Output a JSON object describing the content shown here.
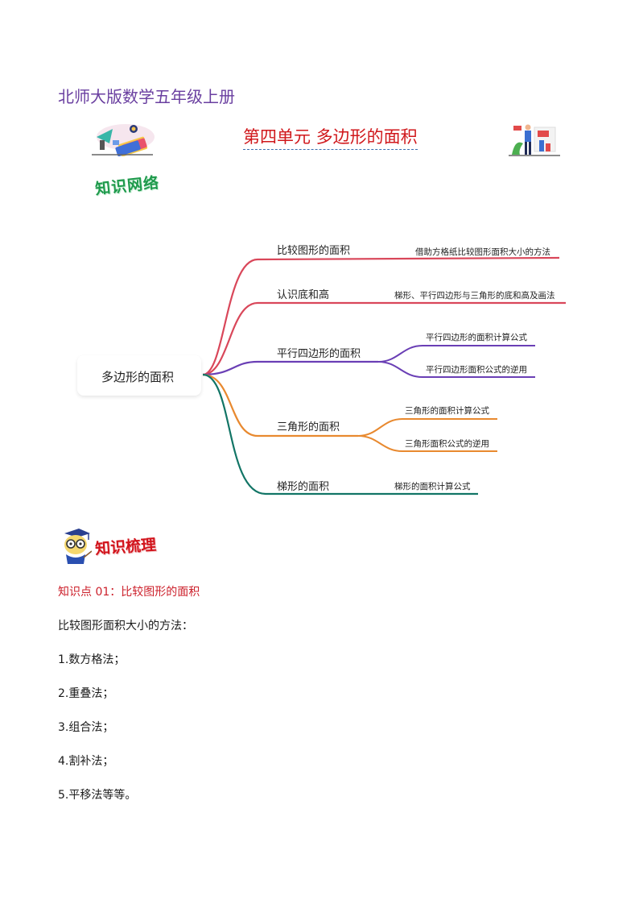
{
  "header": {
    "series_title": "北师大版数学五年级上册",
    "unit_title": "第四单元  多边形的面积",
    "title_color": "#d0171b",
    "series_color": "#6a3fa0"
  },
  "sections": {
    "network_badge": "知识网络",
    "sort_badge": "知识梳理"
  },
  "mindmap": {
    "root": "多边形的面积",
    "branches": [
      {
        "label": "比较图形的面积",
        "color": "#d9475a",
        "leaves": [
          "借助方格纸比较图形面积大小的方法"
        ]
      },
      {
        "label": "认识底和高",
        "color": "#d9475a",
        "leaves": [
          "梯形、平行四边形与三角形的底和高及画法"
        ]
      },
      {
        "label": "平行四边形的面积",
        "color": "#6a3fb5",
        "leaves": [
          "平行四边形的面积计算公式",
          "平行四边形面积公式的逆用"
        ]
      },
      {
        "label": "三角形的面积",
        "color": "#e8892f",
        "leaves": [
          "三角形的面积计算公式",
          "三角形面积公式的逆用"
        ]
      },
      {
        "label": "梯形的面积",
        "color": "#127566",
        "leaves": [
          "梯形的面积计算公式"
        ]
      }
    ]
  },
  "knowledge_point": {
    "title": "知识点 01：比较图形的面积",
    "intro": "比较图形面积大小的方法：",
    "methods": [
      "1.数方格法；",
      "2.重叠法；",
      "3.组合法；",
      "4.割补法；",
      "5.平移法等等。"
    ]
  }
}
